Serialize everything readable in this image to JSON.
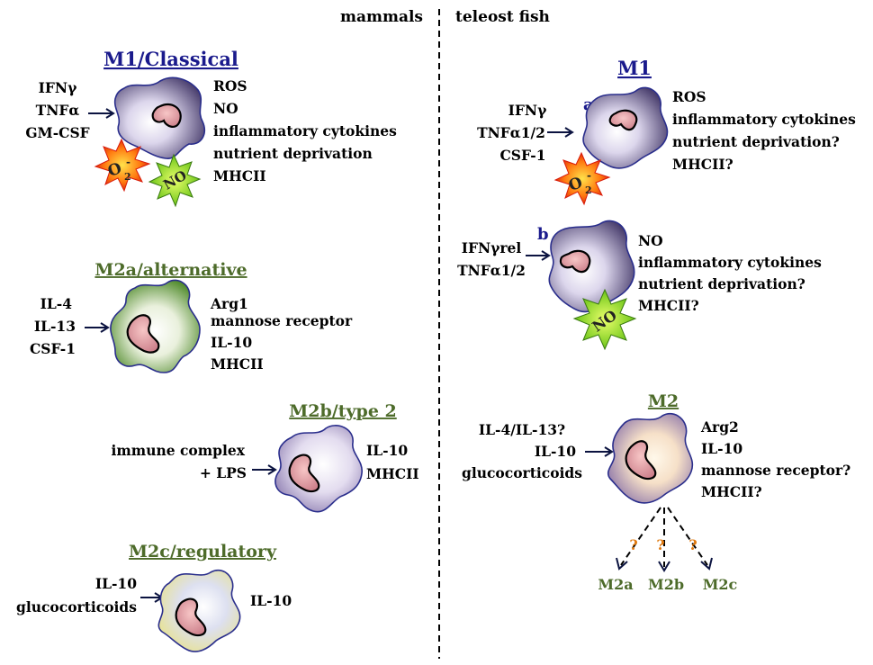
{
  "columns": {
    "left": "mammals",
    "right": "teleost fish"
  },
  "colors": {
    "m1_title": "#1a1a8c",
    "m2_title": "#4d6b2a",
    "question": "#e07a10"
  },
  "mammals": {
    "m1": {
      "title": "M1/Classical",
      "inputs": [
        "IFNγ",
        "TNFα",
        "GM-CSF"
      ],
      "outputs": [
        "ROS",
        "NO",
        "inflammatory cytokines",
        "nutrient deprivation",
        "MHCII"
      ],
      "burst1": "O",
      "burst1_sup": "-",
      "burst1_sub": "2",
      "burst2": "NO"
    },
    "m2a": {
      "title": "M2a/alternative",
      "inputs": [
        "IL-4",
        "IL-13",
        "CSF-1"
      ],
      "outputs": [
        "Arg1",
        "mannose receptor",
        "IL-10",
        "MHCII"
      ]
    },
    "m2b": {
      "title": "M2b/type 2",
      "inputs": [
        "immune complex",
        "+ LPS"
      ],
      "outputs": [
        "IL-10",
        "MHCII"
      ]
    },
    "m2c": {
      "title": "M2c/regulatory",
      "inputs": [
        "IL-10",
        "glucocorticoids"
      ],
      "outputs": [
        "IL-10"
      ]
    }
  },
  "fish": {
    "m1": {
      "title": "M1"
    },
    "m1a": {
      "tag": "a",
      "inputs": [
        "IFNγ",
        "TNFα1/2",
        "CSF-1"
      ],
      "outputs": [
        "ROS",
        "inflammatory cytokines",
        "nutrient deprivation?",
        "MHCII?"
      ],
      "burst": "O",
      "burst_sup": "-",
      "burst_sub": "2"
    },
    "m1b": {
      "tag": "b",
      "inputs": [
        "IFNγrel",
        "TNFα1/2"
      ],
      "outputs": [
        "NO",
        "inflammatory cytokines",
        "nutrient deprivation?",
        "MHCII?"
      ],
      "burst": "NO"
    },
    "m2": {
      "title": "M2",
      "inputs": [
        "IL-4/IL-13?",
        "IL-10",
        "glucocorticoids"
      ],
      "outputs": [
        "Arg2",
        "IL-10",
        "mannose receptor?",
        "MHCII?"
      ],
      "question": "?",
      "subtypes": [
        "M2a",
        "M2b",
        "M2c"
      ]
    }
  }
}
